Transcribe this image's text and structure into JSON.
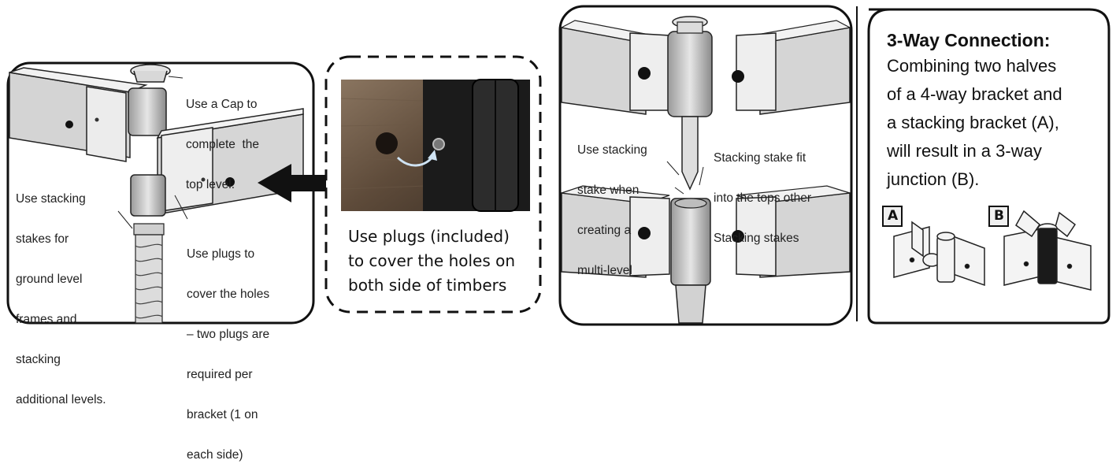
{
  "panel1": {
    "cap_label": [
      "Use a Cap to",
      "complete  the",
      "top level."
    ],
    "stake_label": [
      "Use stacking",
      "stakes for",
      "ground level",
      "frames and",
      "stacking",
      "additional levels."
    ],
    "plug_label": [
      "Use plugs to",
      "cover the holes",
      "– two plugs are",
      "required per",
      "bracket (1 on",
      "each side)"
    ]
  },
  "panel2": {
    "caption": [
      "Use plugs (included)",
      "to cover the holes on",
      "both side of timbers"
    ]
  },
  "panel3": {
    "left_label": [
      "Use stacking",
      "stake when",
      "creating a",
      "multi-level"
    ],
    "right_label": [
      "Stacking stake fit",
      "into the tops other",
      "Stacking stakes"
    ]
  },
  "panel4": {
    "title": "3-Way Connection:",
    "body": [
      "Combining two halves",
      "of a 4-way bracket and",
      "a stacking bracket (A),",
      "will result in a 3-way",
      "junction (B)."
    ],
    "tag_a": "A",
    "tag_b": "B"
  },
  "colors": {
    "ink": "#111111",
    "timber_face": "#d6d6d6",
    "timber_top": "#f2f2f2",
    "photo_wood": "#5a4a3a",
    "photo_bracket": "#1a1a1a"
  }
}
